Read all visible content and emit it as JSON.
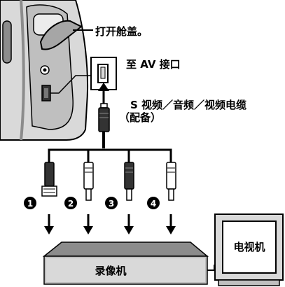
{
  "labels": {
    "open_cover": "打开舱盖。",
    "to_av_connector": "至 AV 接口",
    "cable_line1": "S 视频／音频／视频电缆",
    "cable_line2": "（配备）",
    "vcr": "录像机",
    "tv": "电视机"
  },
  "plugs": [
    {
      "number": "1",
      "type": "s-video"
    },
    {
      "number": "2",
      "type": "rca-white"
    },
    {
      "number": "3",
      "type": "rca-black"
    },
    {
      "number": "4",
      "type": "rca-white"
    }
  ],
  "colors": {
    "ink": "#000000",
    "device_fill": "#d9d9d9",
    "device_dark": "#8c8c8c",
    "tv_screen": "#e6e6e6",
    "paper": "#ffffff"
  }
}
